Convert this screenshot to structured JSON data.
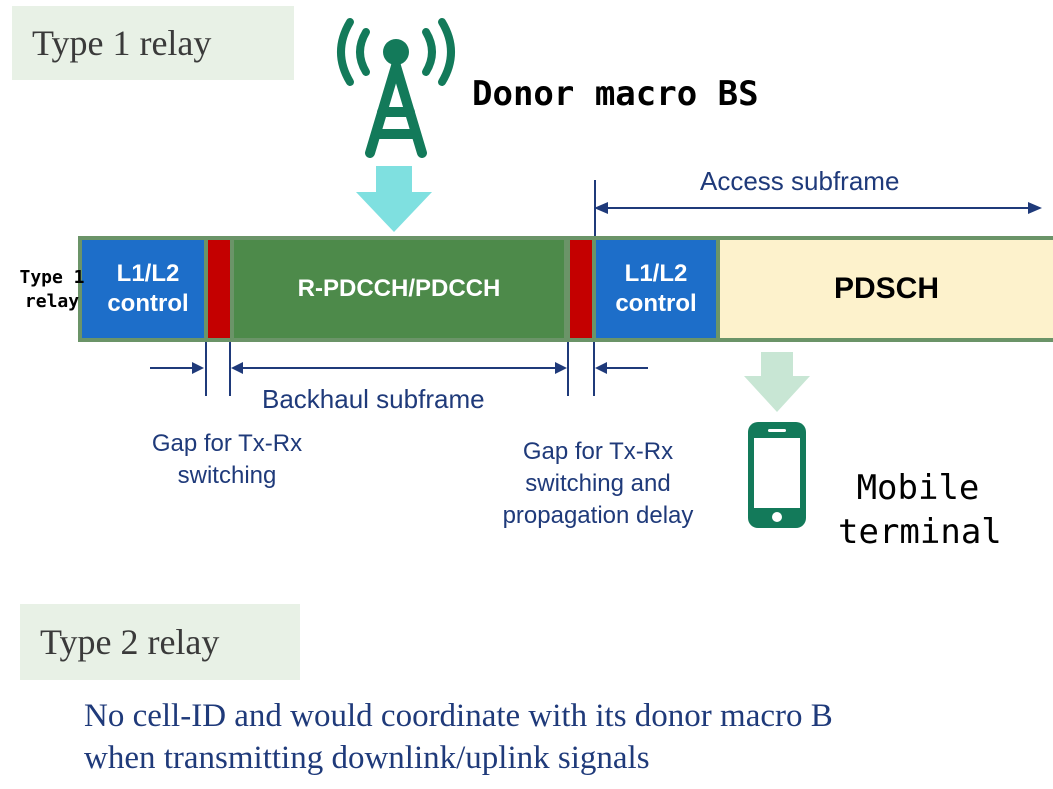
{
  "type1": {
    "heading": "Type 1 relay",
    "bs_label": "Donor macro BS",
    "access_label": "Access subframe",
    "row_label": "Type 1 relay",
    "segments": {
      "control1": "L1/L2 control",
      "rpdcch": "R-PDCCH/PDCCH",
      "control2": "L1/L2 control",
      "pdsch": "PDSCH"
    },
    "backhaul_label": "Backhaul subframe",
    "gap1_label": "Gap for Tx-Rx switching",
    "gap2_label": "Gap for Tx-Rx switching and propagation delay",
    "mobile_label": "Mobile terminal"
  },
  "type2": {
    "heading": "Type 2 relay",
    "description_line1": "No cell-ID and would coordinate with its donor macro B",
    "description_line2": "when transmitting downlink/uplink signals"
  },
  "colors": {
    "heading_bg": "#e8f1e6",
    "antenna": "#137a5a",
    "arrow_cyan": "#7fe0e0",
    "frame_border": "#6b9468",
    "control_blue": "#1d6ec9",
    "gap_red": "#c40000",
    "rpdcch_green": "#4d8a4a",
    "pdsch_cream": "#fdf2cc",
    "text_navy": "#1f3a7a"
  }
}
